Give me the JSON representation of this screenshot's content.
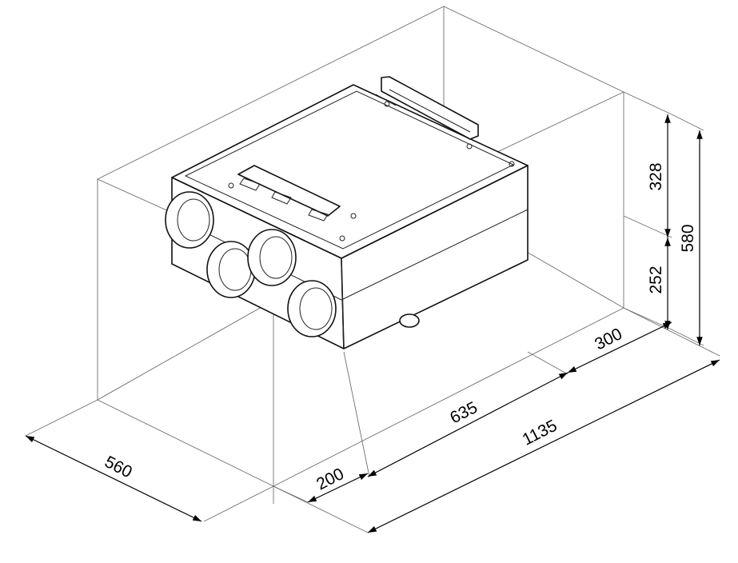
{
  "dimensions": {
    "height_upper": "328",
    "height_lower": "252",
    "height_total": "580",
    "depth_rear": "300",
    "depth_middle": "635",
    "depth_total": "1135",
    "depth_front": "200",
    "width": "560"
  }
}
